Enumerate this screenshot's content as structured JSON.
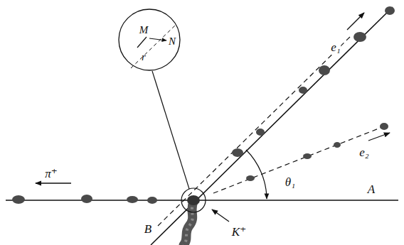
{
  "diagram": {
    "nodes": [
      {
        "text": [
          "M",
          "N",
          "r"
        ]
      }
    ],
    "labels": [
      "π⁺",
      "e₁",
      "e₂",
      "θ₁",
      "A",
      "B",
      "K⁺"
    ]
  }
}
